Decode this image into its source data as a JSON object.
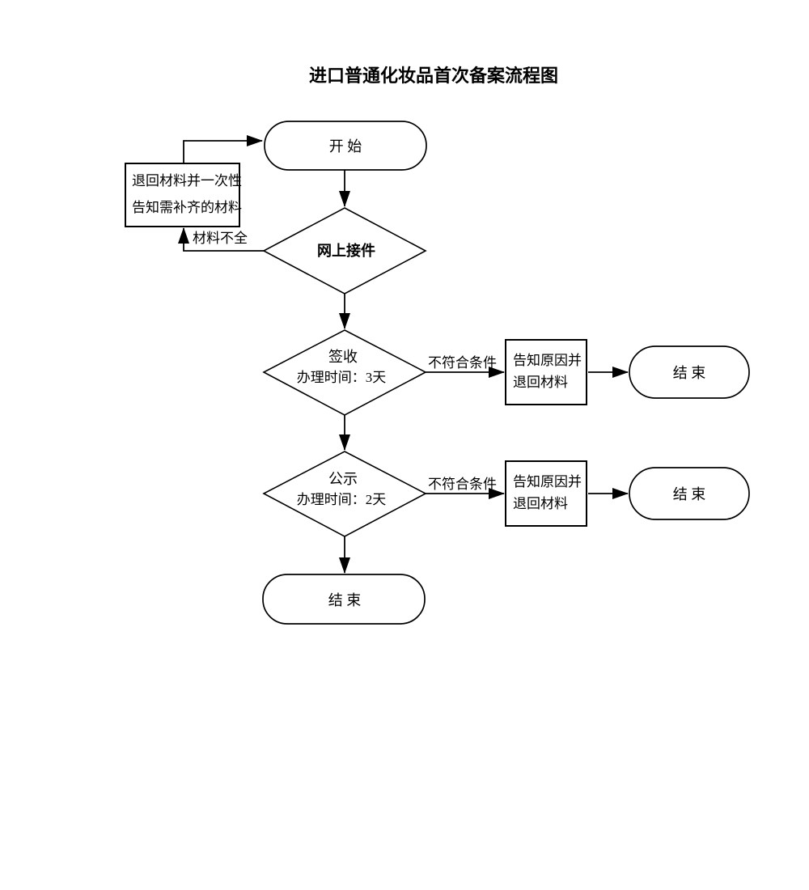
{
  "title": "进口普通化妆品首次备案流程图",
  "nodes": {
    "start": {
      "label": "开 始"
    },
    "return_materials": {
      "line1": "退回材料并一次性",
      "line2": "告知需补齐的材料"
    },
    "online_receive": {
      "label": "网上接件"
    },
    "sign": {
      "line1": "签收",
      "line2": "办理时间：3天"
    },
    "notify_return_1": {
      "line1": "告知原因并",
      "line2": "退回材料"
    },
    "end_1": {
      "label": "结 束"
    },
    "publicity": {
      "line1": "公示",
      "line2": "办理时间：2天"
    },
    "notify_return_2": {
      "line1": "告知原因并",
      "line2": "退回材料"
    },
    "end_2": {
      "label": "结 束"
    },
    "end_final": {
      "label": "结 束"
    }
  },
  "edge_labels": {
    "incomplete": "材料不全",
    "not_qualified_1": "不符合条件",
    "not_qualified_2": "不符合条件"
  },
  "colors": {
    "stroke": "#000000",
    "background": "#ffffff"
  }
}
